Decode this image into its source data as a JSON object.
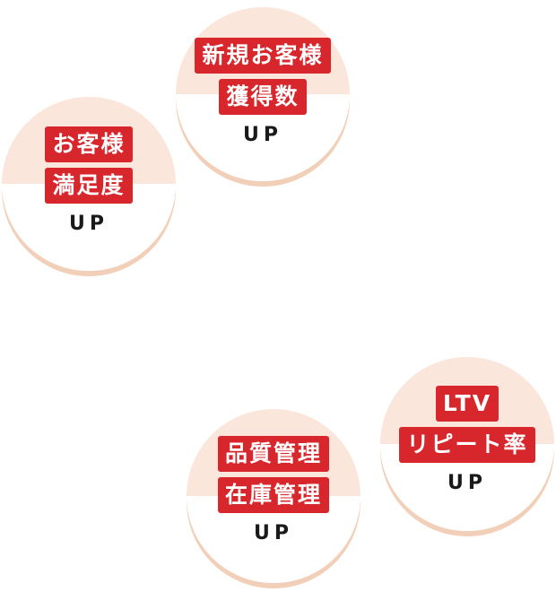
{
  "badges": {
    "new_customers": {
      "line1": "新規お客様",
      "line2": "獲得数",
      "up": "UP"
    },
    "satisfaction": {
      "line1": "お客様",
      "line2": "満足度",
      "up": "UP"
    },
    "ltv": {
      "line1": "LTV",
      "line2": "リピート率",
      "up": "UP"
    },
    "quality": {
      "line1": "品質管理",
      "line2": "在庫管理",
      "up": "UP"
    }
  },
  "colors": {
    "tag_red": "#d7262c",
    "circle_top": "#fbe6dc",
    "circle_shadow": "#f2cfb8",
    "text_dark": "#1a1a1a"
  }
}
